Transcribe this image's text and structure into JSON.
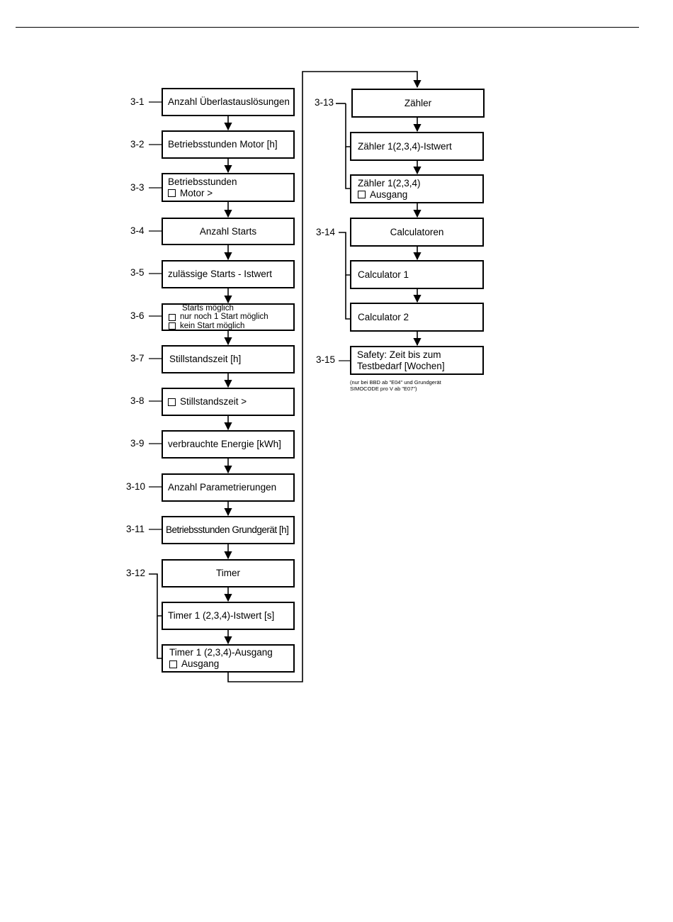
{
  "items": {
    "i3_1": {
      "num": "3-1",
      "text": "Anzahl Überlastauslösungen"
    },
    "i3_2": {
      "num": "3-2",
      "text": "Betriebsstunden Motor [h]"
    },
    "i3_3": {
      "num": "3-3",
      "line1": "Betriebsstunden",
      "line2": "Motor >"
    },
    "i3_4": {
      "num": "3-4",
      "text": "Anzahl Starts"
    },
    "i3_5": {
      "num": "3-5",
      "text": "zulässige Starts - Istwert"
    },
    "i3_6": {
      "num": "3-6",
      "line1": "Starts möglich",
      "line2": "nur noch 1 Start möglich",
      "line3": "kein Start möglich"
    },
    "i3_7": {
      "num": "3-7",
      "text": "Stillstandszeit [h]"
    },
    "i3_8": {
      "num": "3-8",
      "text": "Stillstandszeit >"
    },
    "i3_9": {
      "num": "3-9",
      "text": "verbrauchte Energie [kWh]"
    },
    "i3_10": {
      "num": "3-10",
      "text": "Anzahl Parametrierungen"
    },
    "i3_11": {
      "num": "3-11",
      "text": "Betriebsstunden Grundgerät [h]"
    },
    "i3_12": {
      "num": "3-12",
      "text": "Timer",
      "sub1": "Timer 1 (2,3,4)-Istwert [s]",
      "sub2_line1": "Timer 1 (2,3,4)-Ausgang",
      "sub2_line2": "Ausgang"
    },
    "i3_13": {
      "num": "3-13",
      "text": "Zähler",
      "sub1": "Zähler 1(2,3,4)-Istwert",
      "sub2_line1": "Zähler 1(2,3,4)",
      "sub2_line2": "Ausgang"
    },
    "i3_14": {
      "num": "3-14",
      "text": "Calculatoren",
      "sub1": "Calculator 1",
      "sub2": "Calculator 2"
    },
    "i3_15": {
      "num": "3-15",
      "line1": "Safety: Zeit bis zum",
      "line2": "Testbedarf [Wochen]",
      "note1": "(nur bei BBD ab \"E04\" und Grundgerät",
      "note2": "SIMOCODE pro V ab \"E07\")"
    }
  }
}
